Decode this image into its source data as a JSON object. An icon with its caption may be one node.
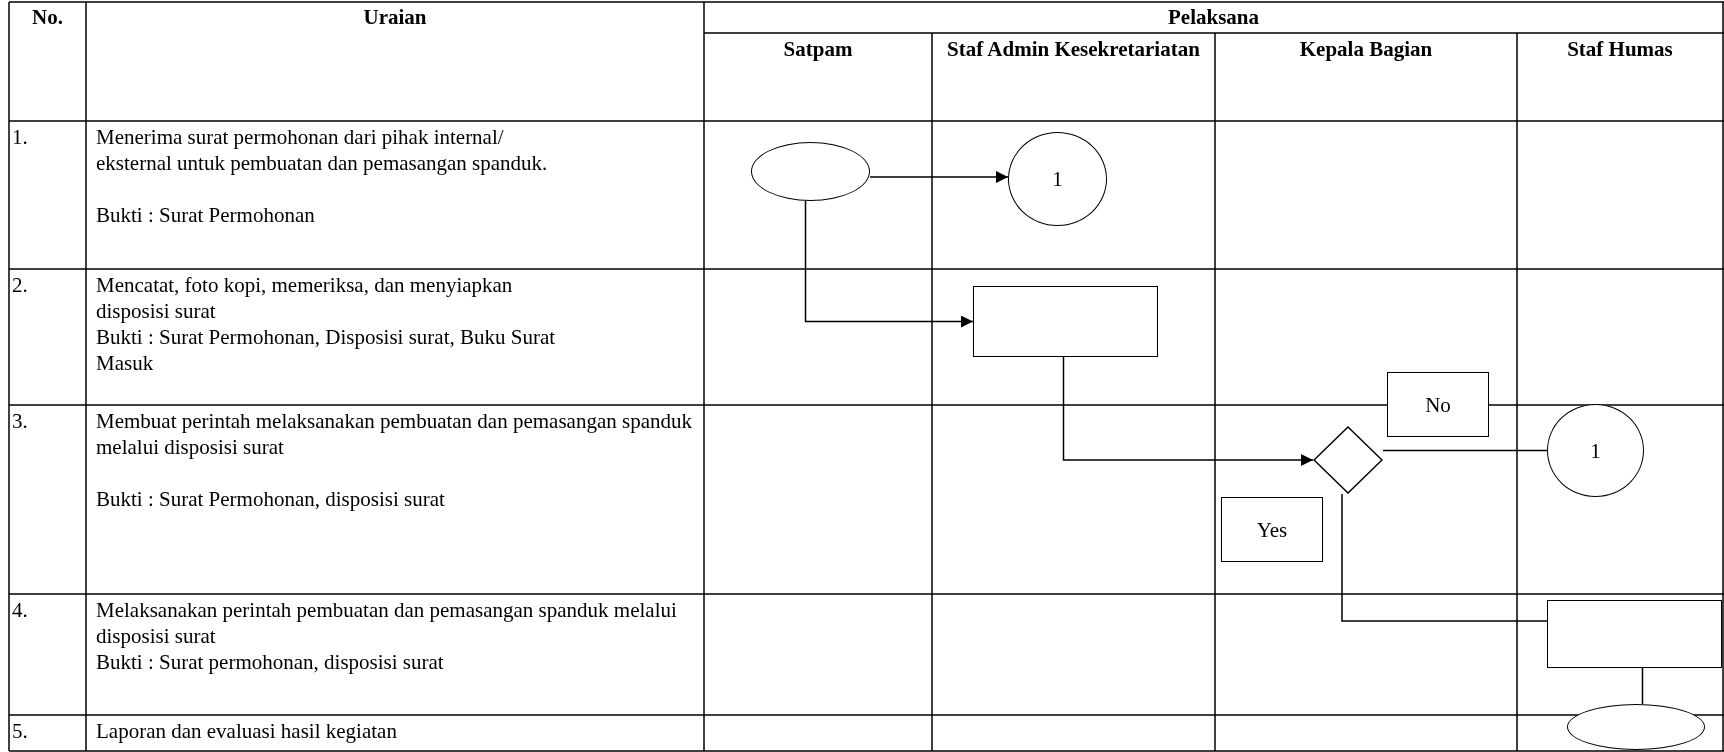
{
  "diagram": {
    "nodes": [
      {
        "text": [],
        "shape": "oval"
      },
      {
        "text": [
          "1"
        ]
      },
      {
        "text": [],
        "shape": "box"
      },
      {
        "text": [],
        "shape": "diamond"
      },
      {
        "text": [
          "1"
        ]
      },
      {
        "text": [],
        "shape": "box"
      },
      {
        "text": [],
        "shape": "oval"
      }
    ],
    "edges": [
      {
        "from": 0,
        "to": 1,
        "arrow": "to"
      },
      {
        "from": 0,
        "to": 2,
        "arrow": "to"
      },
      {
        "from": 2,
        "to": 3,
        "arrow": "to"
      },
      {
        "from": 3,
        "to": 4,
        "arrow": "none",
        "label": "No"
      },
      {
        "from": 3,
        "to": 5,
        "arrow": "none",
        "label": "Yes"
      },
      {
        "from": 5,
        "to": 6,
        "arrow": "none"
      }
    ],
    "labels": [
      "No.",
      "Uraian",
      "Pelaksana",
      "Satpam",
      "Staf Admin Kesekretariatan",
      "Kepala Bagian",
      "Staf Humas",
      "1.",
      "Menerima surat permohonan dari pihak internal/ eksternal untuk pembuatan dan pemasangan spanduk.",
      "Bukti : Surat Permohonan",
      "2.",
      "Mencatat, foto kopi, memeriksa, dan menyiapkan disposisi surat",
      "Bukti : Surat Permohonan, Disposisi surat, Buku Surat Masuk",
      "3.",
      "Membuat perintah melaksanakan pembuatan dan pemasangan spanduk melalui disposisi surat",
      "Bukti : Surat Permohonan, disposisi surat",
      "4.",
      "Melaksanakan perintah pembuatan dan pemasangan spanduk melalui disposisi surat",
      "Bukti : Surat permohonan, disposisi surat",
      "5.",
      "Laporan dan evaluasi hasil kegiatan"
    ]
  }
}
